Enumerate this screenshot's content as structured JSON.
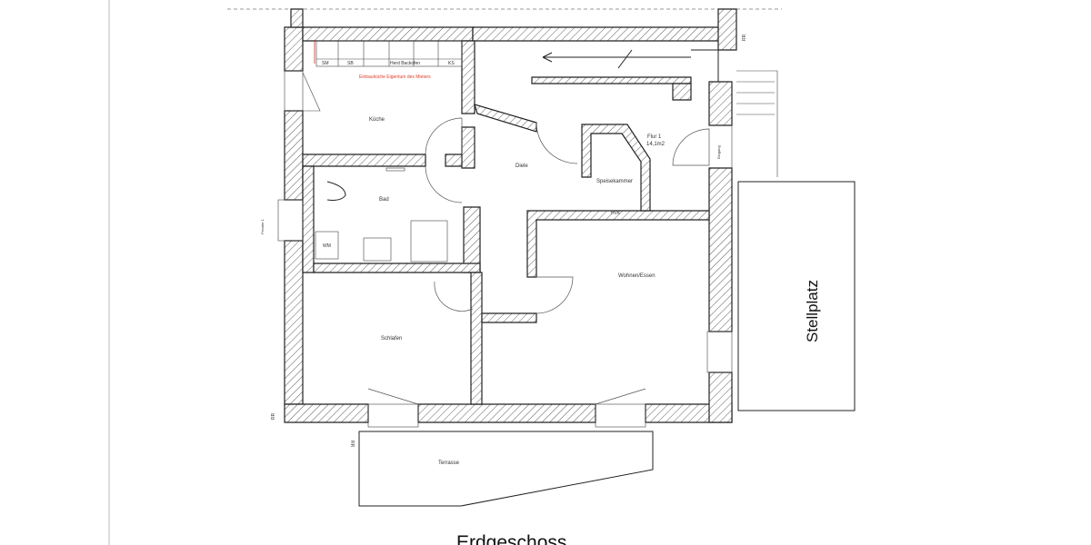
{
  "plan": {
    "title": "Erdgeschoss",
    "rooms": {
      "kueche": "Küche",
      "bad": "Bad",
      "diele": "Diele",
      "flur": "Flur 1",
      "flur_area": "14,1m2",
      "speisekammer": "Speisekammer",
      "wohnen": "Wohnen/Essen",
      "schlafen": "Schlafen",
      "terrasse": "Terrasse",
      "stellplatz": "Stellplatz"
    },
    "kitchen": {
      "note": "Einbauküche Eigentum des Mieters",
      "units": [
        "SM",
        "SB",
        "Herd Backofen",
        "KS"
      ]
    },
    "labels": {
      "wm": "WM",
      "hvk": "HVK",
      "eingang": "Eingang",
      "rr": "RR",
      "fenster": "Fenster 1"
    },
    "colors": {
      "walls": "#222222",
      "note": "#e0402a"
    }
  }
}
